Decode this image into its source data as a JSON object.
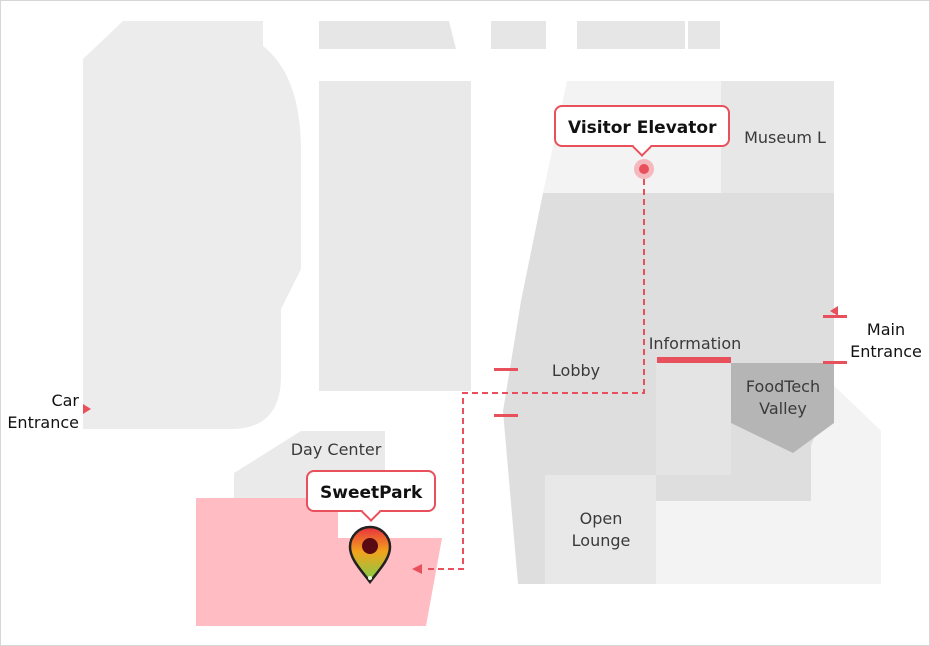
{
  "map": {
    "rooms": {
      "museum": "Museum L",
      "lobby": "Lobby",
      "information": "Information",
      "foodtech": "FoodTech\nValley",
      "day_center": "Day Center",
      "open_lounge": "Open\nLounge"
    },
    "entrances": {
      "car": "Car\nEntrance",
      "main": "Main\nEntrance"
    },
    "route": {
      "start": "Visitor Elevator",
      "destination": "SweetPark"
    },
    "icons": {
      "destination_marker": "map-pin-icon",
      "start_marker": "location-dot-icon",
      "entrance_arrow": "triangle-arrow-icon"
    },
    "colors": {
      "accent": "#e8505b",
      "destination_area": "#ffbcc3",
      "building_light": "#ececec",
      "building_mid": "#dedede",
      "building_dark": "#b5b5b5"
    }
  }
}
